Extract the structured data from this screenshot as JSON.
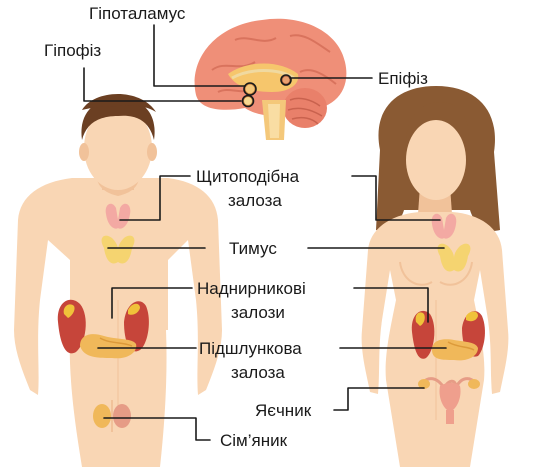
{
  "labels": {
    "hypothalamus": "Гіпоталамус",
    "pituitary": "Гіпофіз",
    "pineal": "Епіфіз",
    "thyroid_line1": "Щитоподібна",
    "thyroid_line2": "залоза",
    "thymus": "Тимус",
    "adrenal_line1": "Наднирникові",
    "adrenal_line2": "залози",
    "pancreas_line1": "Підшлункова",
    "pancreas_line2": "залоза",
    "ovary": "Яєчник",
    "testis": "Сім’яник"
  },
  "colors": {
    "skin": "#f9d6b4",
    "skin_shadow": "#f1c29a",
    "male_hair": "#6b3f22",
    "female_hair": "#8a5a33",
    "brain": "#ef8f78",
    "brain_dark": "#d9735d",
    "gland_pink": "#f3a9a3",
    "gland_yellow": "#f5d470",
    "kidney": "#c6453a",
    "pancreas": "#f0b85a",
    "callout_line": "#1a1a1a"
  }
}
